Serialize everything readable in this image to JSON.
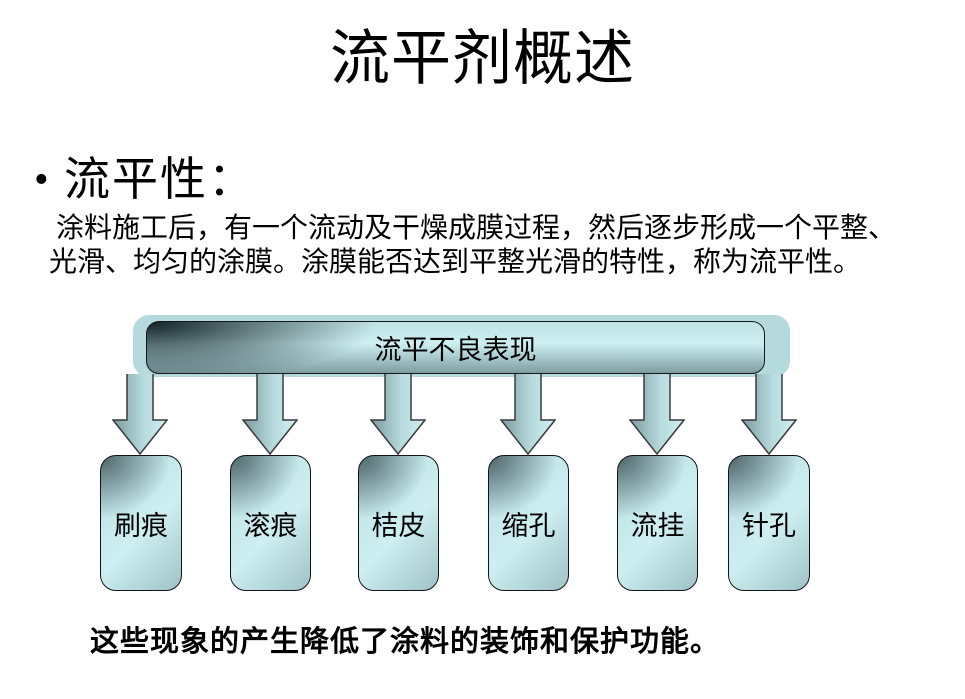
{
  "slide": {
    "title": "流平剂概述",
    "bullet": {
      "marker": "•",
      "label": "流平性："
    },
    "paragraph": {
      "line1": " 涂料施工后，有一个流动及干燥成膜过程，然后逐步形成一个平整、",
      "line2": "光滑、均匀的涂膜。涂膜能否达到平整光滑的特性，称为流平性。"
    },
    "diagram": {
      "header": "流平不良表现",
      "items": [
        "刷痕",
        "滚痕",
        "桔皮",
        "缩孔",
        "流挂",
        "针孔"
      ]
    },
    "footer": "这些现象的产生降低了涂料的装饰和保护功能。",
    "colors": {
      "background": "#ffffff",
      "text": "#000000",
      "glow": "#b4dade",
      "shape_dark": "#22363a",
      "shape_light": "#cdeff2",
      "arrow_dark": "#7d9aa0",
      "arrow_light": "#d2f0f3",
      "shape_border": "#161616"
    }
  }
}
